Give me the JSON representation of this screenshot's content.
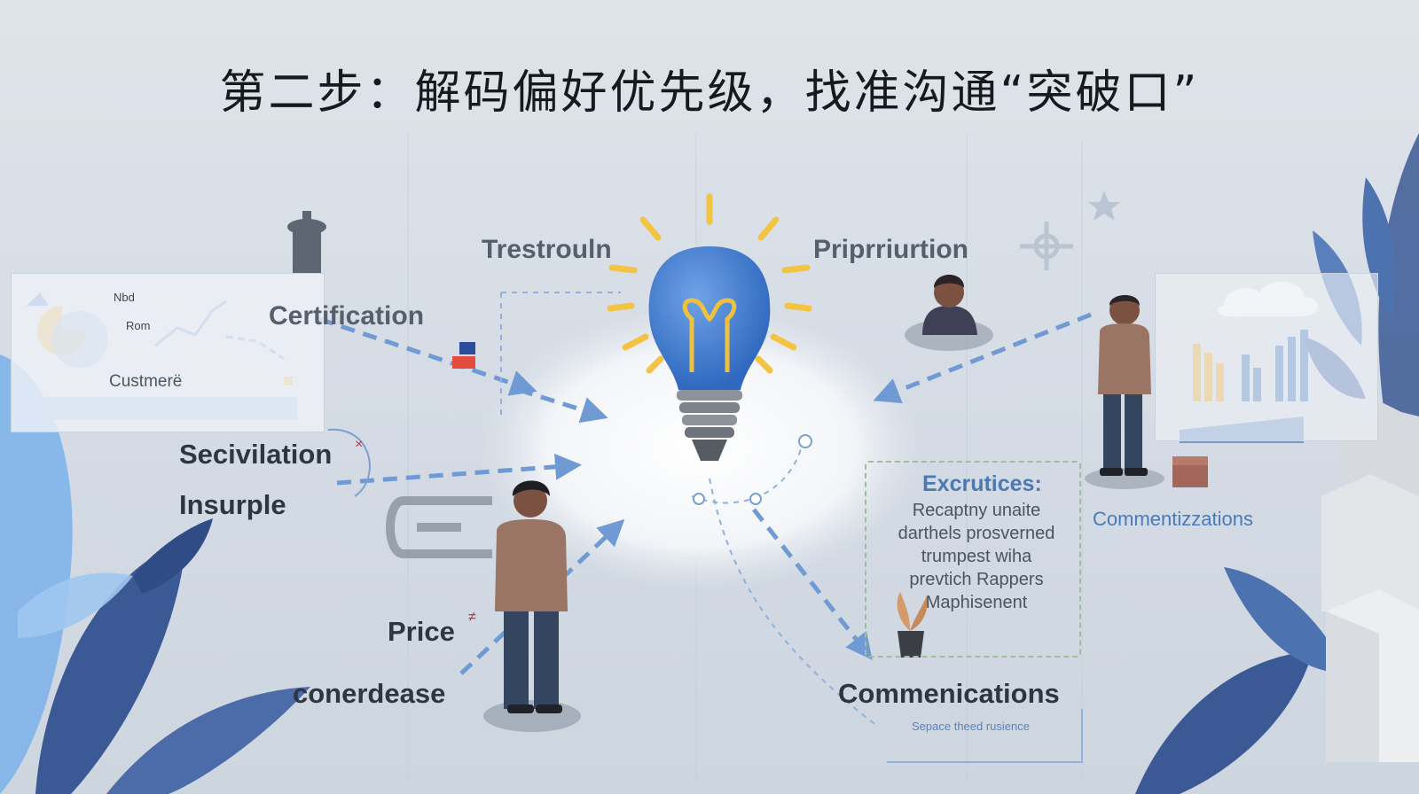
{
  "title": "第二步：解码偏好优先级，找准沟通“突破口”",
  "labels": {
    "trestrouln": "Trestrouln",
    "priprriurtion": "Priprriurtion",
    "certification": "Certification",
    "secivilation": "Secivilation",
    "secivilation_mark": "×",
    "insurple": "Insurple",
    "price": "Price",
    "price_mark": "≠",
    "conerdease": "conerdease",
    "commenications": "Commenications",
    "commenications_sub": "Sepace theed rusience",
    "commentizzations": "Commentizzations"
  },
  "left_panel": {
    "nbd": "Nbd",
    "rom": "Rom",
    "customer": "Custmerë"
  },
  "excrutices": {
    "title": "Excrutices:",
    "lines": [
      "Recaptny unaite",
      "darthels prosverned",
      "trumpest wiha",
      "prevtich Rappers",
      "Maphisenent"
    ]
  },
  "colors": {
    "accent_blue": "#3f78c4",
    "bulb_yellow": "#f1c24a",
    "leaf_dark": "#3b5a95",
    "leaf_light": "#7fb3ea",
    "person_jacket": "#9a7565",
    "person_pants": "#34465f"
  }
}
